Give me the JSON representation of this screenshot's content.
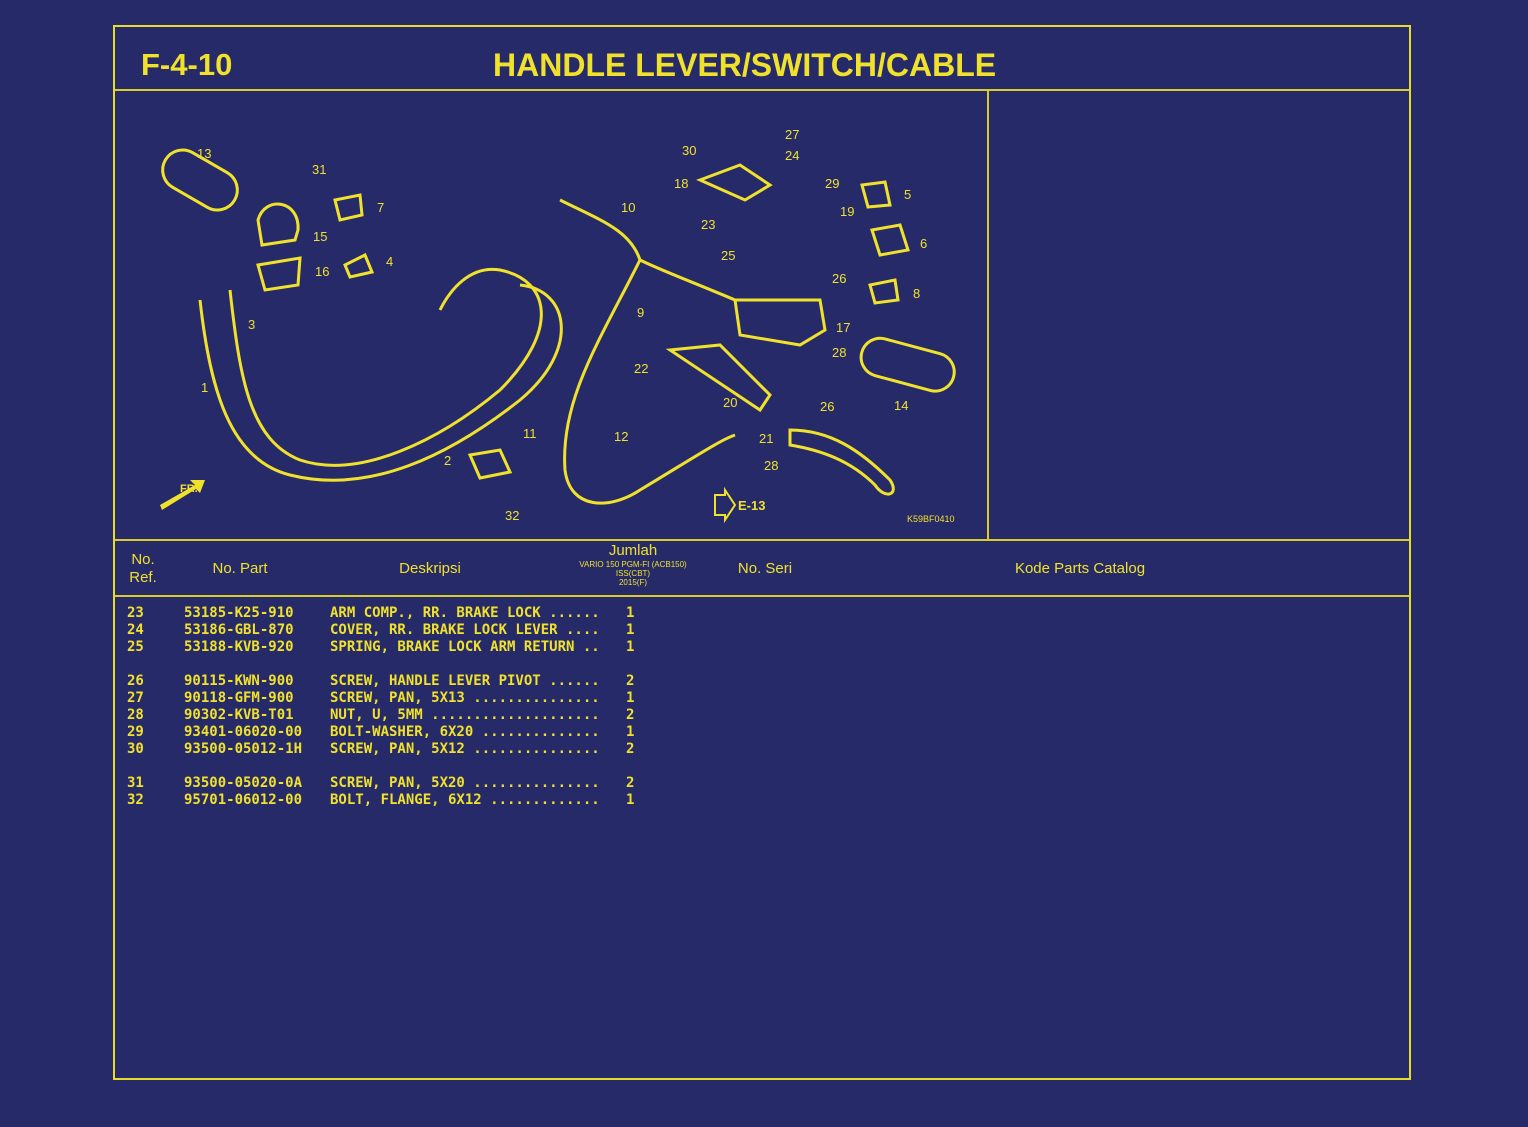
{
  "header": {
    "section_code": "F-4-10",
    "title": "HANDLE LEVER/SWITCH/CABLE"
  },
  "diagram": {
    "callouts": [
      "13",
      "31",
      "7",
      "15",
      "16",
      "4",
      "3",
      "1",
      "2",
      "32",
      "10",
      "30",
      "27",
      "24",
      "18",
      "29",
      "19",
      "5",
      "23",
      "6",
      "25",
      "26",
      "8",
      "9",
      "17",
      "28",
      "22",
      "20",
      "14",
      "26",
      "11",
      "12",
      "21",
      "28"
    ],
    "reference": "E-13",
    "front_marker": "FR.",
    "drawing_code": "K59BF0410"
  },
  "colors": {
    "background": "#262a68",
    "accent": "#f0e22c"
  },
  "table": {
    "columns": {
      "ref": "No.\nRef.",
      "ref_line1": "No.",
      "ref_line2": "Ref.",
      "part": "No. Part",
      "desc": "Deskripsi",
      "qty": "Jumlah",
      "qty_model": "VARIO 150 PGM-FI (ACB150)",
      "qty_variant": "ISS(CBT)",
      "qty_year": "2015(F)",
      "serial": "No. Seri",
      "catalog": "Kode Parts Catalog"
    },
    "rows": [
      {
        "ref": "23",
        "part": "53185-K25-910",
        "desc": "ARM COMP., RR. BRAKE LOCK ......",
        "qty": "1"
      },
      {
        "ref": "24",
        "part": "53186-GBL-870",
        "desc": "COVER, RR. BRAKE LOCK LEVER ....",
        "qty": "1"
      },
      {
        "ref": "25",
        "part": "53188-KVB-920",
        "desc": "SPRING, BRAKE LOCK ARM RETURN ..",
        "qty": "1"
      },
      {
        "ref": "26",
        "part": "90115-KWN-900",
        "desc": "SCREW, HANDLE LEVER PIVOT ......",
        "qty": "2"
      },
      {
        "ref": "27",
        "part": "90118-GFM-900",
        "desc": "SCREW, PAN, 5X13 ...............",
        "qty": "1"
      },
      {
        "ref": "28",
        "part": "90302-KVB-T01",
        "desc": "NUT, U, 5MM ....................",
        "qty": "2"
      },
      {
        "ref": "29",
        "part": "93401-06020-00",
        "desc": "BOLT-WASHER, 6X20 ..............",
        "qty": "1"
      },
      {
        "ref": "30",
        "part": "93500-05012-1H",
        "desc": "SCREW, PAN, 5X12 ...............",
        "qty": "2"
      },
      {
        "ref": "31",
        "part": "93500-05020-0A",
        "desc": "SCREW, PAN, 5X20 ...............",
        "qty": "2"
      },
      {
        "ref": "32",
        "part": "95701-06012-00",
        "desc": "BOLT, FLANGE, 6X12 .............",
        "qty": "1"
      }
    ]
  }
}
